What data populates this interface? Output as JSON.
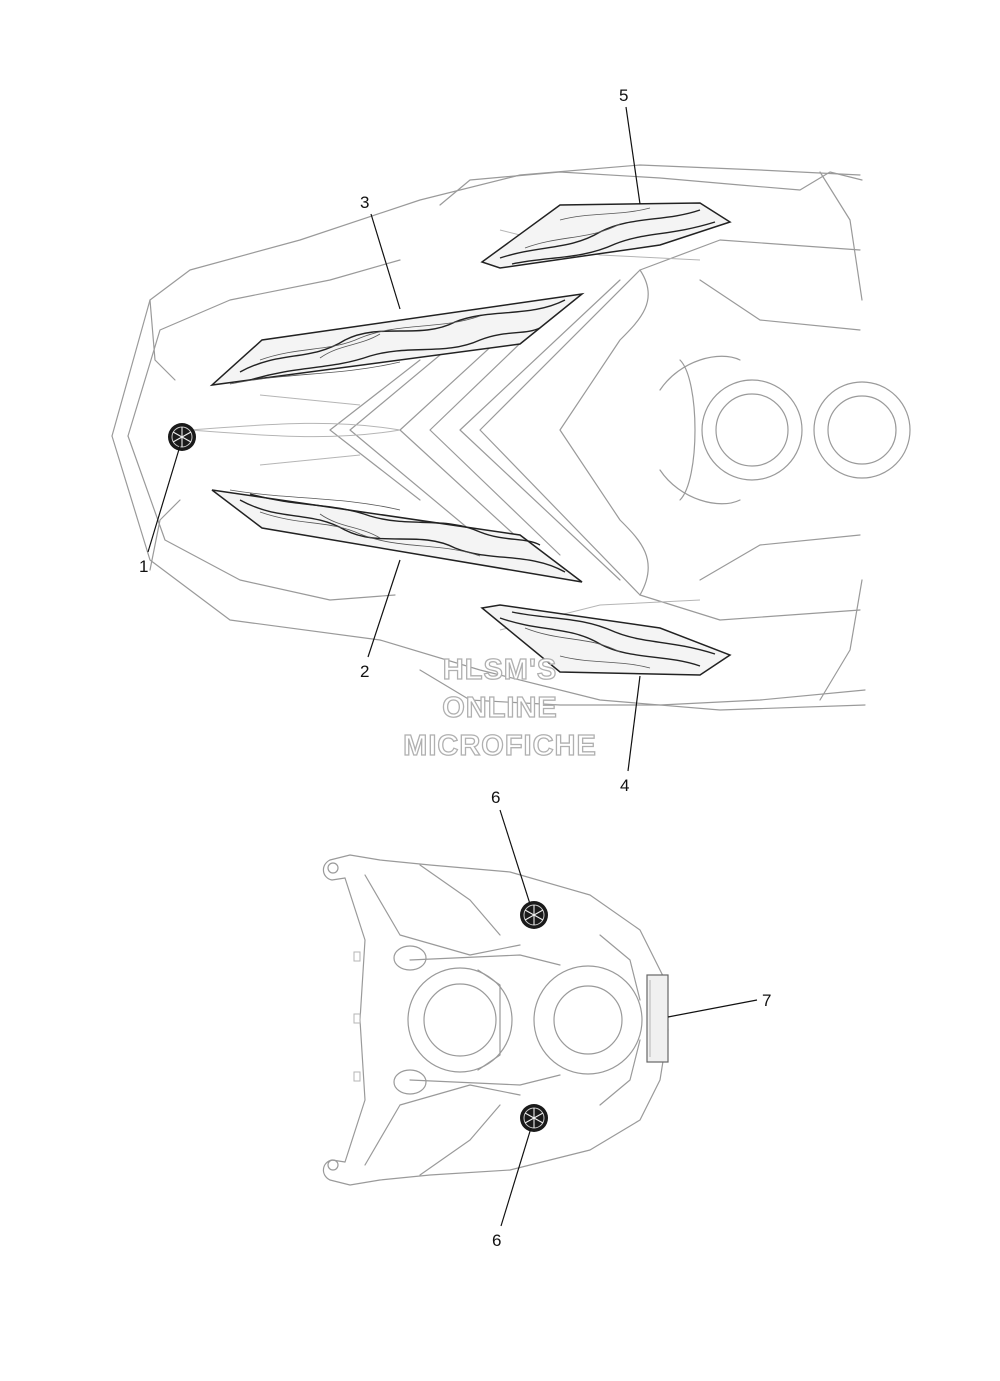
{
  "callouts": [
    {
      "id": "1",
      "label": "1"
    },
    {
      "id": "2",
      "label": "2"
    },
    {
      "id": "3",
      "label": "3"
    },
    {
      "id": "4",
      "label": "4"
    },
    {
      "id": "5",
      "label": "5"
    },
    {
      "id": "6a",
      "label": "6"
    },
    {
      "id": "6b",
      "label": "6"
    },
    {
      "id": "7",
      "label": "7"
    }
  ],
  "watermark": {
    "line1": "HLSM'S",
    "line2": "ONLINE",
    "line3": "MICROFICHE"
  },
  "colors": {
    "outline": "#9a9a9a",
    "decal_ink": "#222222",
    "emblem": "#1a1a1a"
  }
}
